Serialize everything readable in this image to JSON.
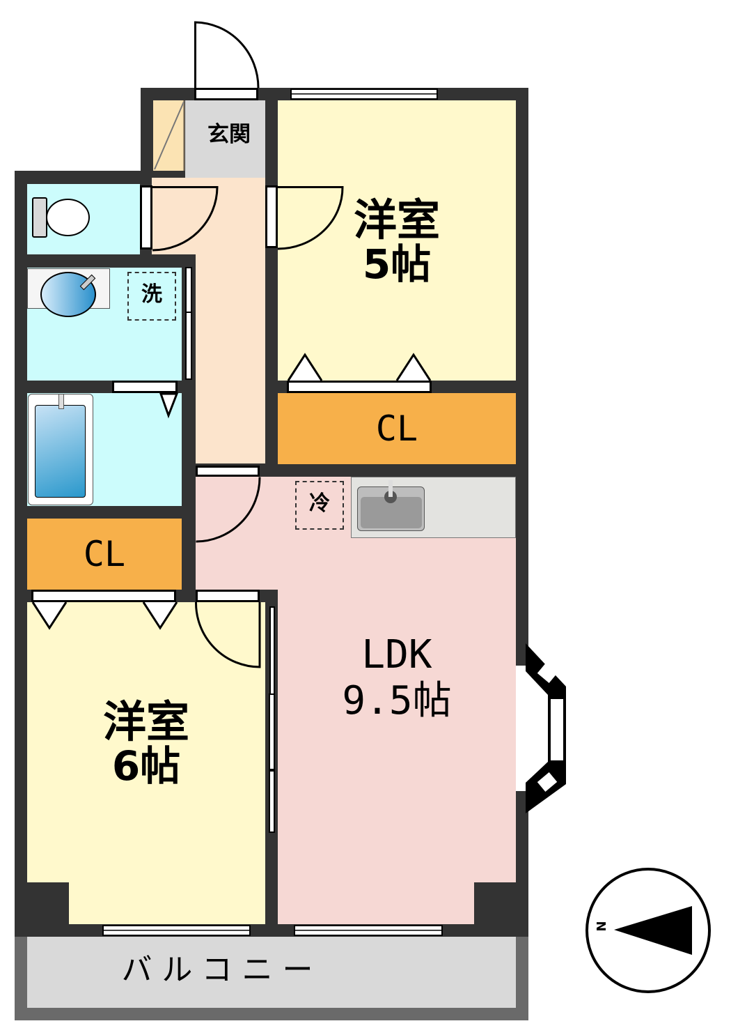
{
  "floor_plan": {
    "rooms": [
      {
        "id": "genkan",
        "name": "玄関",
        "area": ""
      },
      {
        "id": "western_room_5",
        "name": "洋室",
        "area": "5帖"
      },
      {
        "id": "closet_north",
        "name": "CL",
        "area": ""
      },
      {
        "id": "toilet",
        "name": "",
        "area": ""
      },
      {
        "id": "washroom",
        "name": "",
        "area": ""
      },
      {
        "id": "bathroom",
        "name": "",
        "area": ""
      },
      {
        "id": "closet_west",
        "name": "CL",
        "area": ""
      },
      {
        "id": "ldk",
        "name": "LDK",
        "area": "9.5帖"
      },
      {
        "id": "western_room_6",
        "name": "洋室",
        "area": "6帖"
      },
      {
        "id": "balcony",
        "name": "バルコニー",
        "area": ""
      }
    ],
    "markers": {
      "washing_machine": "洗",
      "refrigerator": "冷"
    },
    "compass": {
      "label": "N",
      "direction": "left"
    },
    "colors": {
      "wall": "#333333",
      "western_room": "#FFF9CC",
      "ldk": "#F6D8D4",
      "hallway": "#FCE4CC",
      "genkan": "#D9D9D9",
      "wet_area": "#CCFCFC",
      "closet": "#F7B04A",
      "balcony": "#D9D9D9",
      "balcony_rail": "#6A6A6A",
      "shoe_box": "#FBE3B3",
      "kitchen_counter": "#E3E3E0"
    }
  }
}
